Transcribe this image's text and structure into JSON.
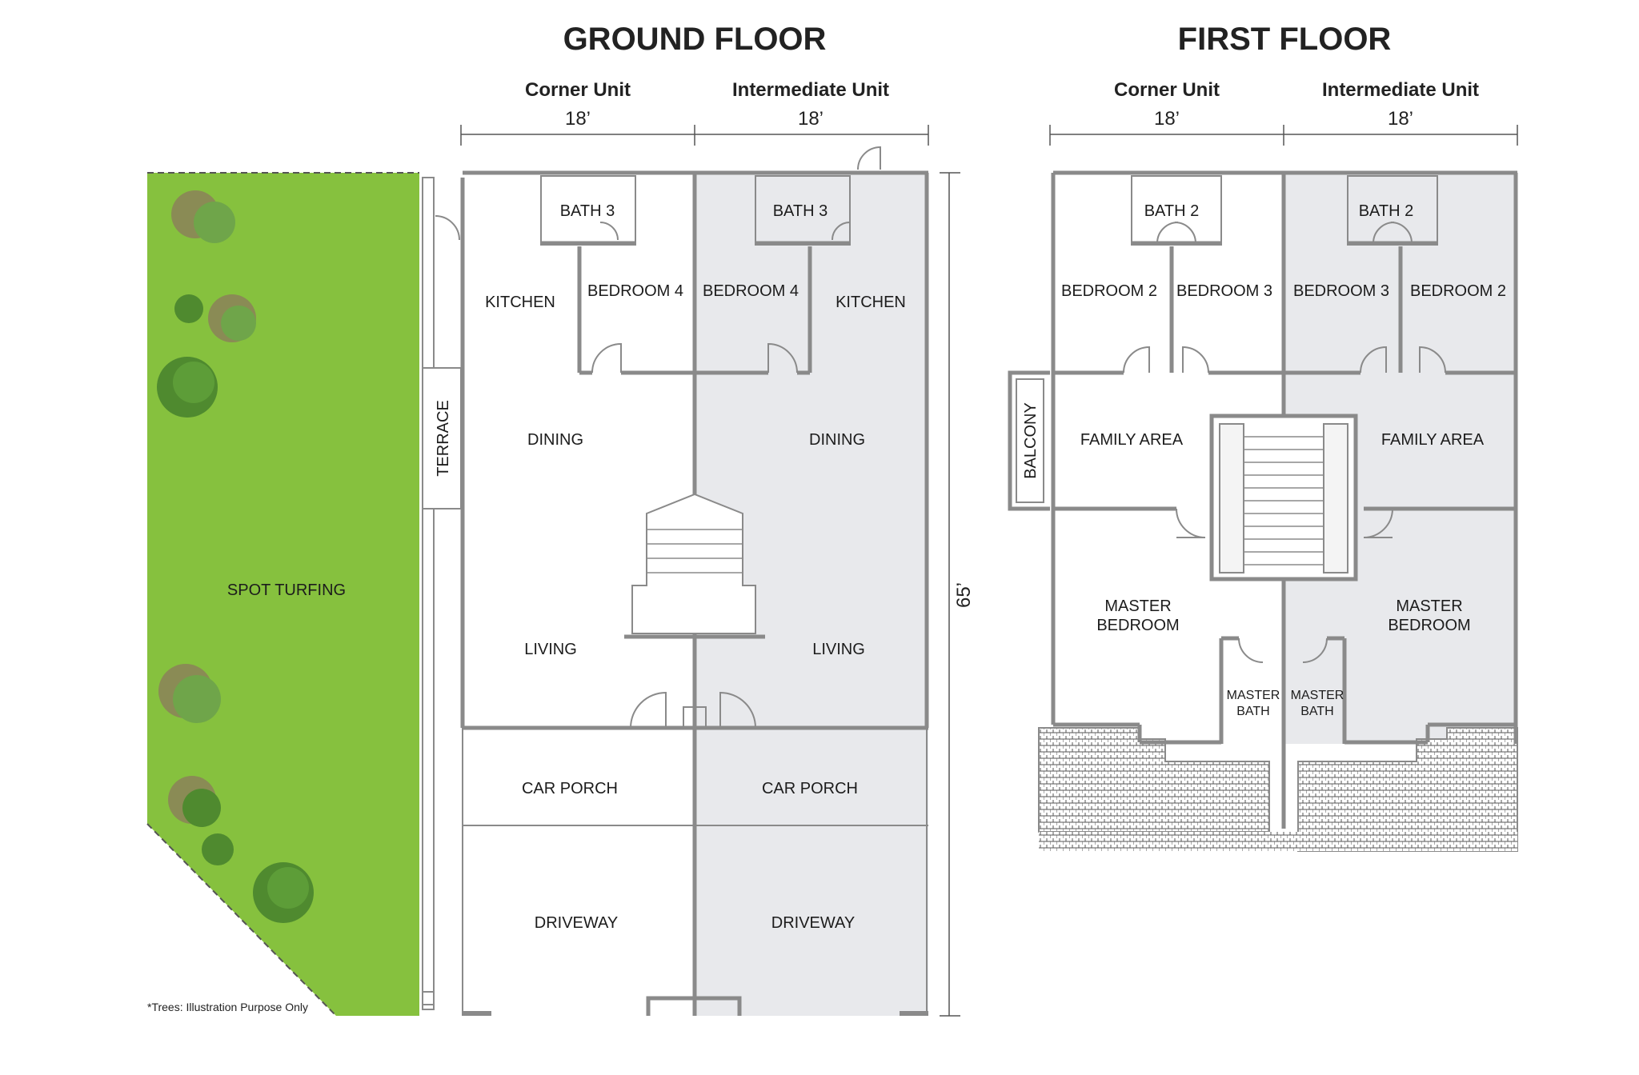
{
  "ground_floor": {
    "title": "GROUND FLOOR",
    "corner_label": "Corner Unit",
    "intermediate_label": "Intermediate Unit",
    "corner_width": "18’",
    "intermediate_width": "18’",
    "depth": "65’",
    "rooms": {
      "bath3_left": "BATH 3",
      "bath3_right": "BATH 3",
      "kitchen_left": "KITCHEN",
      "bedroom4_left": "BEDROOM 4",
      "bedroom4_right": "BEDROOM 4",
      "kitchen_right": "KITCHEN",
      "dining_left": "DINING",
      "dining_right": "DINING",
      "living_left": "LIVING",
      "living_right": "LIVING",
      "carporch_left": "CAR PORCH",
      "carporch_right": "CAR PORCH",
      "driveway_left": "DRIVEWAY",
      "driveway_right": "DRIVEWAY",
      "terrace": "TERRACE",
      "spot_turfing": "SPOT TURFING"
    },
    "note": "*Trees: Illustration Purpose Only"
  },
  "first_floor": {
    "title": "FIRST FLOOR",
    "corner_label": "Corner Unit",
    "intermediate_label": "Intermediate Unit",
    "corner_width": "18’",
    "intermediate_width": "18’",
    "rooms": {
      "bath2_left": "BATH 2",
      "bath2_right": "BATH 2",
      "bedroom2_left": "BEDROOM 2",
      "bedroom3_left": "BEDROOM 3",
      "bedroom3_right": "BEDROOM 3",
      "bedroom2_right": "BEDROOM 2",
      "balcony": "BALCONY",
      "family_left": "FAMILY AREA",
      "family_right": "FAMILY AREA",
      "master_left_1": "MASTER",
      "master_left_2": "BEDROOM",
      "master_right_1": "MASTER",
      "master_right_2": "BEDROOM",
      "masterbath_left_1": "MASTER",
      "masterbath_left_2": "BATH",
      "masterbath_right_1": "MASTER",
      "masterbath_right_2": "BATH"
    }
  },
  "colors": {
    "grass": "#86c13e",
    "intermediate_fill": "#e8e9ec",
    "wall": "#8a8a8a",
    "tree_dark": "#4f8a2f",
    "tree_brown": "#8a8b55"
  }
}
